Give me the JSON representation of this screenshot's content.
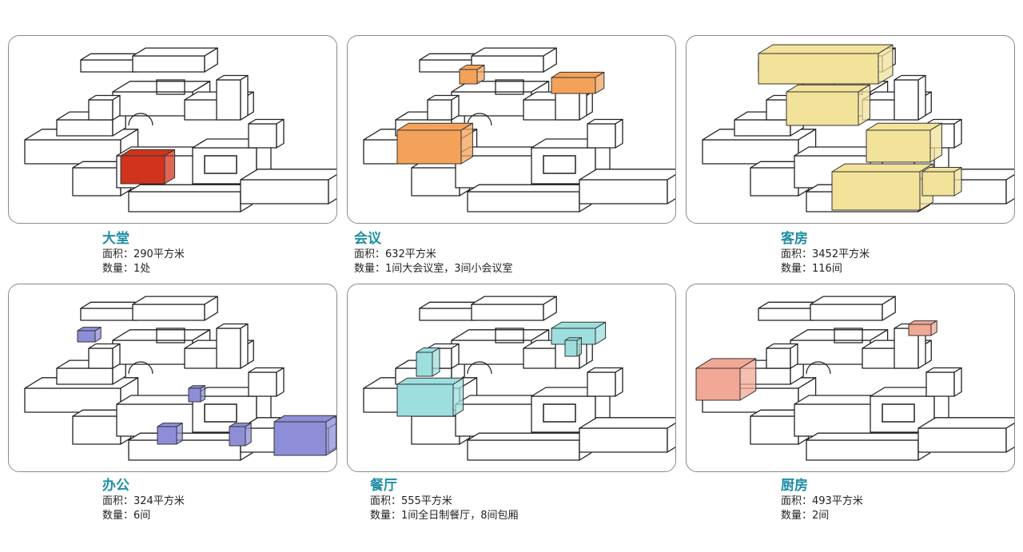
{
  "panels": [
    {
      "title": "大堂",
      "area": "面积：290平方米",
      "count": "数量：1处",
      "color": "#d0341c"
    },
    {
      "title": "会议",
      "area": "面积：632平方米",
      "count": "数量：1间大会议室，3间小会议室",
      "color": "#f4a25a"
    },
    {
      "title": "客房",
      "area": "面积：3452平方米",
      "count": "数量：116间",
      "color": "#f2e29a"
    },
    {
      "title": "办公",
      "area": "面积：324平方米",
      "count": "数量：6间",
      "color": "#8e8ed8"
    },
    {
      "title": "餐厅",
      "area": "面积：555平方米",
      "count": "数量：1间全日制餐厅，8间包厢",
      "color": "#9ddede"
    },
    {
      "title": "厨房",
      "area": "面积：493平方米",
      "count": "数量：2间",
      "color": "#f2a896"
    }
  ]
}
